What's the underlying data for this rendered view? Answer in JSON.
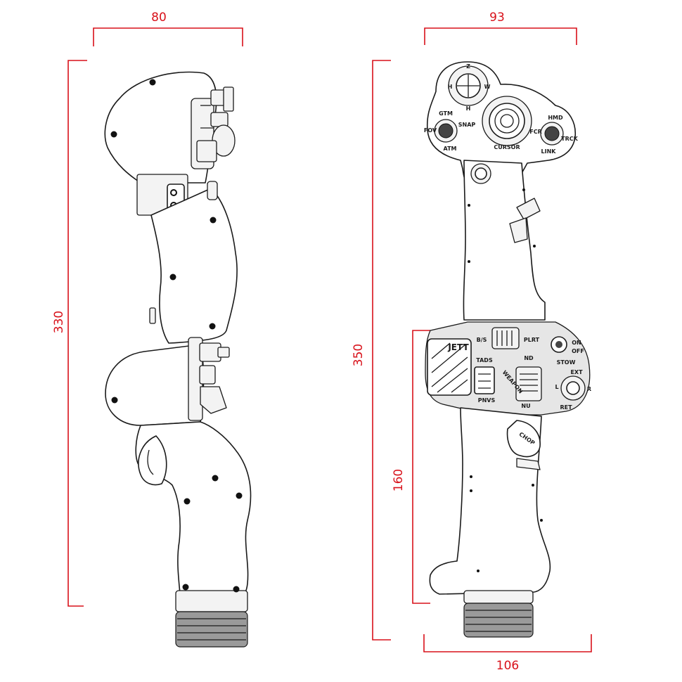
{
  "dimensions": {
    "side_width": "80",
    "side_height": "330",
    "front_width_top": "93",
    "front_height": "350",
    "front_height_lower": "160",
    "front_width_base": "106"
  },
  "front_labels": {
    "hat_top": "Z",
    "hat_left": "H",
    "hat_right": "W",
    "hat_bottom": "H",
    "gtm": "GTM",
    "fov": "FOV",
    "atm": "ATM",
    "snap": "SNAP",
    "cursor": "CURSOR",
    "hmd": "HMD",
    "fcr": "FCR",
    "trck": "TRCK",
    "link": "LINK",
    "bs": "B/S",
    "plrt": "PLRT",
    "on": "ON",
    "off": "OFF",
    "stow": "STOW",
    "tads": "TADS",
    "nd": "ND",
    "ext": "EXT",
    "jett": "JETT",
    "pnvs": "PNVS",
    "weapon": "WEAPON",
    "nu": "NU",
    "ret": "RET",
    "l": "L",
    "r": "R",
    "chop": "CHOP"
  },
  "colors": {
    "dimension": "#d8111a",
    "outline": "#1a1a1a",
    "body": "#ffffff"
  }
}
